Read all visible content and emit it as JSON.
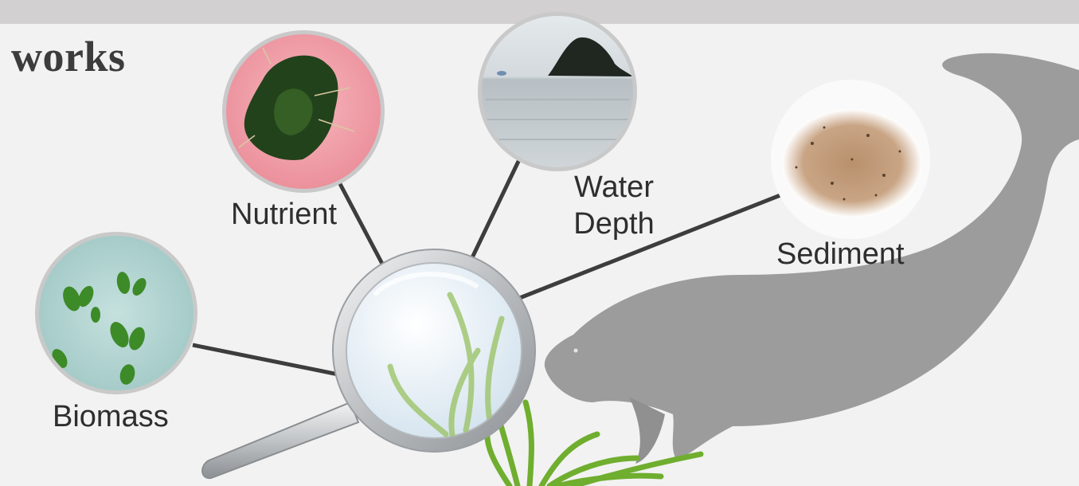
{
  "heading": "works",
  "factors": {
    "nutrient": "Nutrient",
    "water_depth_line1": "Water",
    "water_depth_line2": "Depth",
    "sediment": "Sediment",
    "biomass": "Biomass"
  },
  "colors": {
    "background": "#f2f2f2",
    "top_bar": "#d2d0d0",
    "connector": "#3d3d3d",
    "dugong": "#9c9c9c",
    "seagrass": "#6fae2e",
    "text": "#2e2e2e"
  },
  "icons": [
    "magnifier-icon",
    "dugong-icon",
    "seagrass-icon",
    "nutrient-photo",
    "water-depth-photo",
    "sediment-photo",
    "biomass-photo"
  ]
}
